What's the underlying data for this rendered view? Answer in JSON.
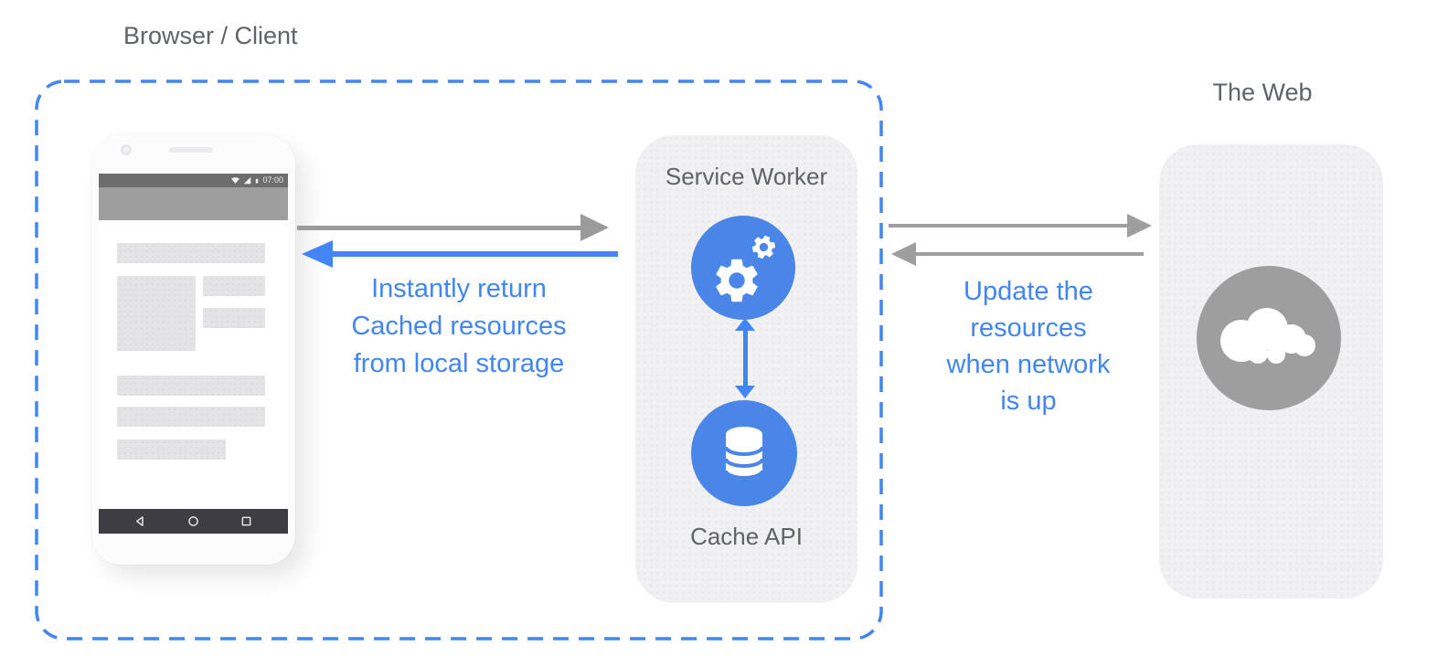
{
  "headings": {
    "browser_client": "Browser / Client",
    "the_web": "The Web"
  },
  "service_worker_panel": {
    "title": "Service Worker",
    "cache_label": "Cache API"
  },
  "phone": {
    "status_time": "07:00"
  },
  "annotations": {
    "cache_return": {
      "lines": [
        "Instantly return",
        "Cached resources",
        "from local storage"
      ]
    },
    "network_update": {
      "lines": [
        "Update the",
        "resources",
        "when network",
        "is up"
      ]
    }
  },
  "arrows": {
    "phone_to_sw": {
      "direction": "right",
      "color": "#9b9b9b"
    },
    "sw_to_phone": {
      "direction": "left",
      "color": "#4285f4"
    },
    "sw_to_web": {
      "direction": "right",
      "color": "#9e9e9e"
    },
    "web_to_sw": {
      "direction": "left",
      "color": "#9e9e9e"
    },
    "sw_to_cache": {
      "direction": "both",
      "color": "#4285f4"
    }
  },
  "icons": {
    "gears": "gears-icon",
    "database": "database-icon",
    "cloud": "cloud-icon",
    "wifi": "wifi-icon",
    "cell_signal": "cell-signal-icon",
    "battery": "battery-icon",
    "back": "back-icon",
    "home": "home-icon",
    "recents": "recents-icon"
  },
  "colors": {
    "accent_blue": "#4285f4",
    "circle_blue": "#4a86e8",
    "arrow_gray": "#9e9e9e",
    "panel_bg": "#f1f1f3",
    "label_gray": "#5f6368",
    "dashed_border": "#4285f4",
    "web_circle_gray": "#9e9e9e"
  }
}
